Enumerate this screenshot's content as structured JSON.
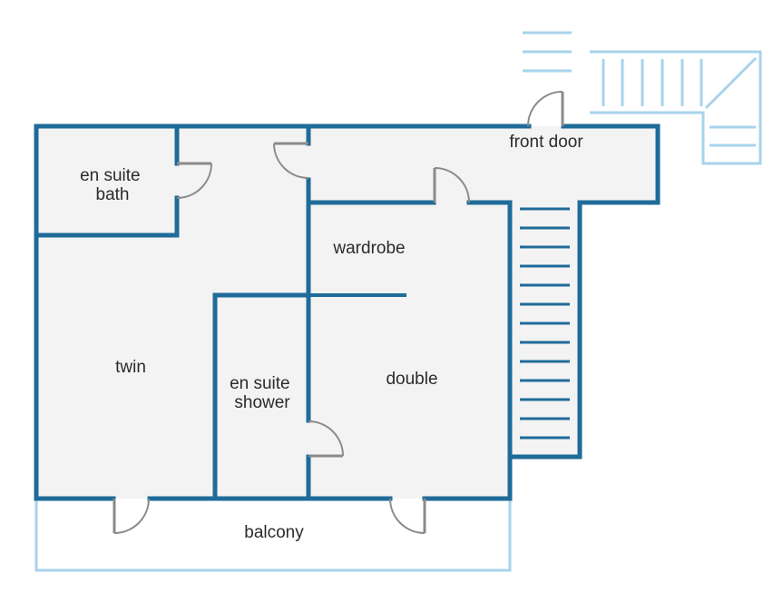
{
  "rooms": {
    "bath": [
      "en suite",
      "bath"
    ],
    "front_door": "front door",
    "wardrobe": "wardrobe",
    "twin": "twin",
    "shower": [
      "en suite",
      "shower"
    ],
    "double": "double",
    "balcony": "balcony"
  },
  "colors": {
    "wall": "#1f6b99",
    "outline_light": "#a8d3ec",
    "floor": "#f3f3f3",
    "door": "#8a8a8a",
    "text": "#2b2b2b"
  }
}
